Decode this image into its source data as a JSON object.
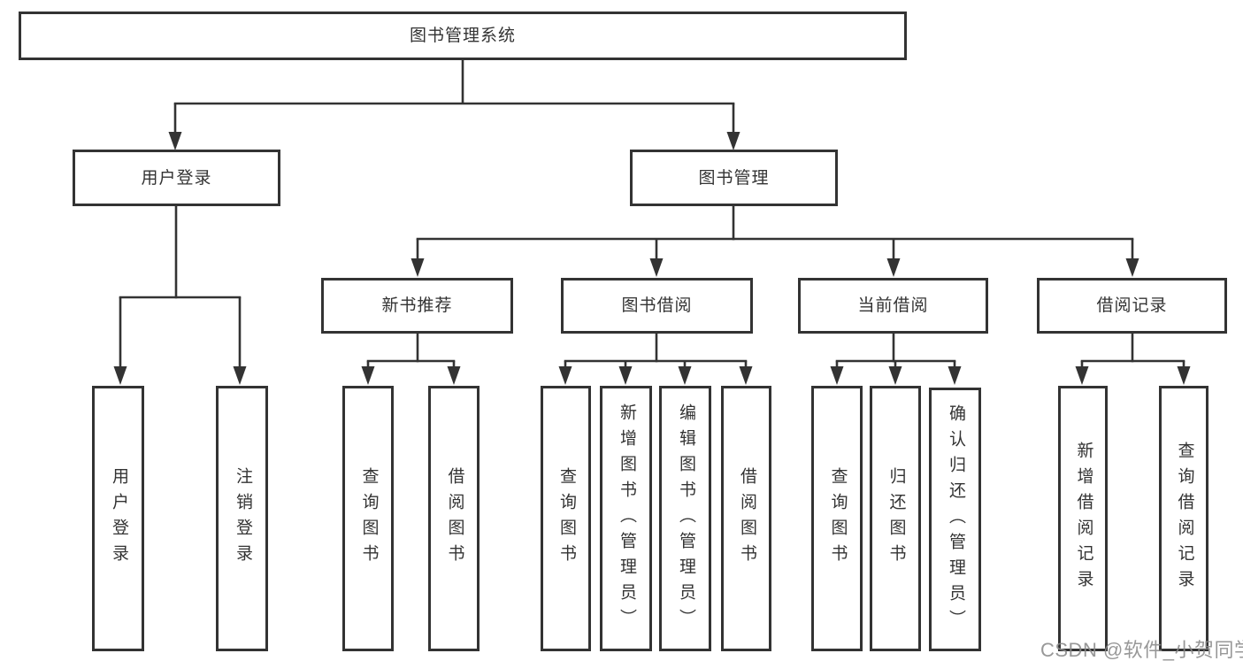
{
  "diagram": {
    "title": "图书管理系统",
    "type": "hierarchy-tree",
    "tree": {
      "label": "图书管理系统",
      "children": [
        {
          "label": "用户登录",
          "children": [
            {
              "label": "用户登录"
            },
            {
              "label": "注销登录"
            }
          ]
        },
        {
          "label": "图书管理",
          "children": [
            {
              "label": "新书推荐",
              "children": [
                {
                  "label": "查询图书"
                },
                {
                  "label": "借阅图书"
                }
              ]
            },
            {
              "label": "图书借阅",
              "children": [
                {
                  "label": "查询图书"
                },
                {
                  "label": "新增图书（管理员）"
                },
                {
                  "label": "编辑图书（管理员）"
                },
                {
                  "label": "借阅图书"
                }
              ]
            },
            {
              "label": "当前借阅",
              "children": [
                {
                  "label": "查询图书"
                },
                {
                  "label": "归还图书"
                },
                {
                  "label": "确认归还（管理员）"
                }
              ]
            },
            {
              "label": "借阅记录",
              "children": [
                {
                  "label": "新增借阅记录"
                },
                {
                  "label": "查询借阅记录"
                }
              ]
            }
          ]
        }
      ]
    },
    "colors": {
      "line": "#333333",
      "text": "#333333",
      "box_background": "#ffffff",
      "page_background": "#ffffff",
      "watermark": "#8a8a8a"
    }
  },
  "watermark": {
    "text": "CSDN @软件_小贺同学"
  }
}
